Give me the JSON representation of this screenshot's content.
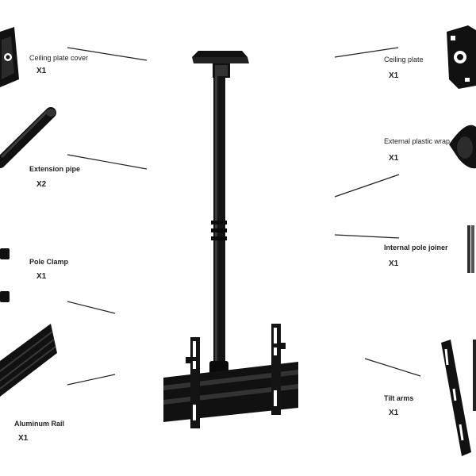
{
  "parts": {
    "ceiling_plate_cover": {
      "name": "Ceiling plate cover",
      "qty": "X1"
    },
    "extension_pipe": {
      "name": "Extension pipe",
      "qty": "X2"
    },
    "pole_clamp": {
      "name": "Pole Clamp",
      "qty": "X1"
    },
    "aluminum_rail": {
      "name": "Aluminum Rail",
      "qty": "X1"
    },
    "ceiling_plate": {
      "name": "Ceiling plate",
      "qty": "X1"
    },
    "external_plastic_wrap": {
      "name": "External plastic wrap",
      "qty": "X1"
    },
    "internal_pole_joiner": {
      "name": "Internal pole joiner",
      "qty": "X1"
    },
    "tilt_arms": {
      "name": "Tilt arms",
      "qty": "X1"
    }
  },
  "colors": {
    "hardware": "#111111",
    "leader_line": "#222222",
    "background": "#ffffff"
  }
}
